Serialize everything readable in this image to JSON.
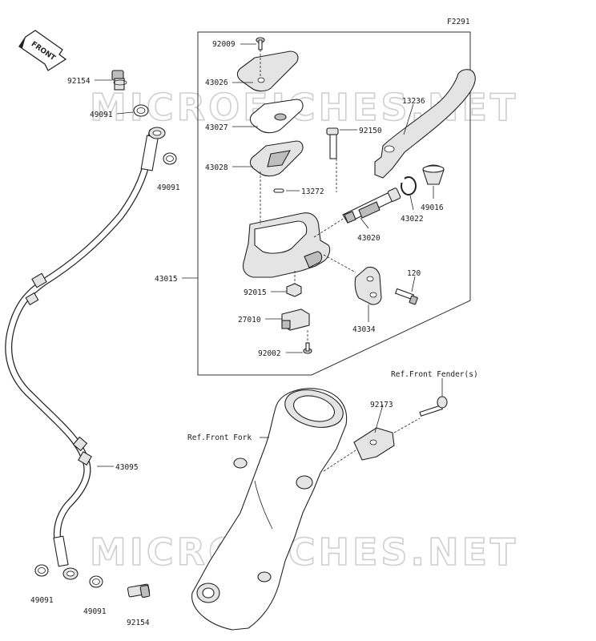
{
  "figure_code": "F2291",
  "front_arrow_label": "FRONT",
  "watermark_text": "MICROFICHES.NET",
  "parts": {
    "p92009": "92009",
    "p43026": "43026",
    "p43027": "43027",
    "p43028": "43028",
    "p13272": "13272",
    "p92150": "92150",
    "p13236": "13236",
    "p43015": "43015",
    "p43020": "43020",
    "p43022": "43022",
    "p49016": "49016",
    "p92015": "92015",
    "p120": "120",
    "p27010": "27010",
    "p43034": "43034",
    "p92002": "92002",
    "p92154_top": "92154",
    "p49091_top": "49091",
    "p49091_mid": "49091",
    "p43095": "43095",
    "p49091_bl": "49091",
    "p49091_bm": "49091",
    "p92154_bot": "92154",
    "p92173": "92173"
  },
  "refs": {
    "front_fender": "Ref.Front Fender(s)",
    "front_fork": "Ref.Front Fork"
  }
}
